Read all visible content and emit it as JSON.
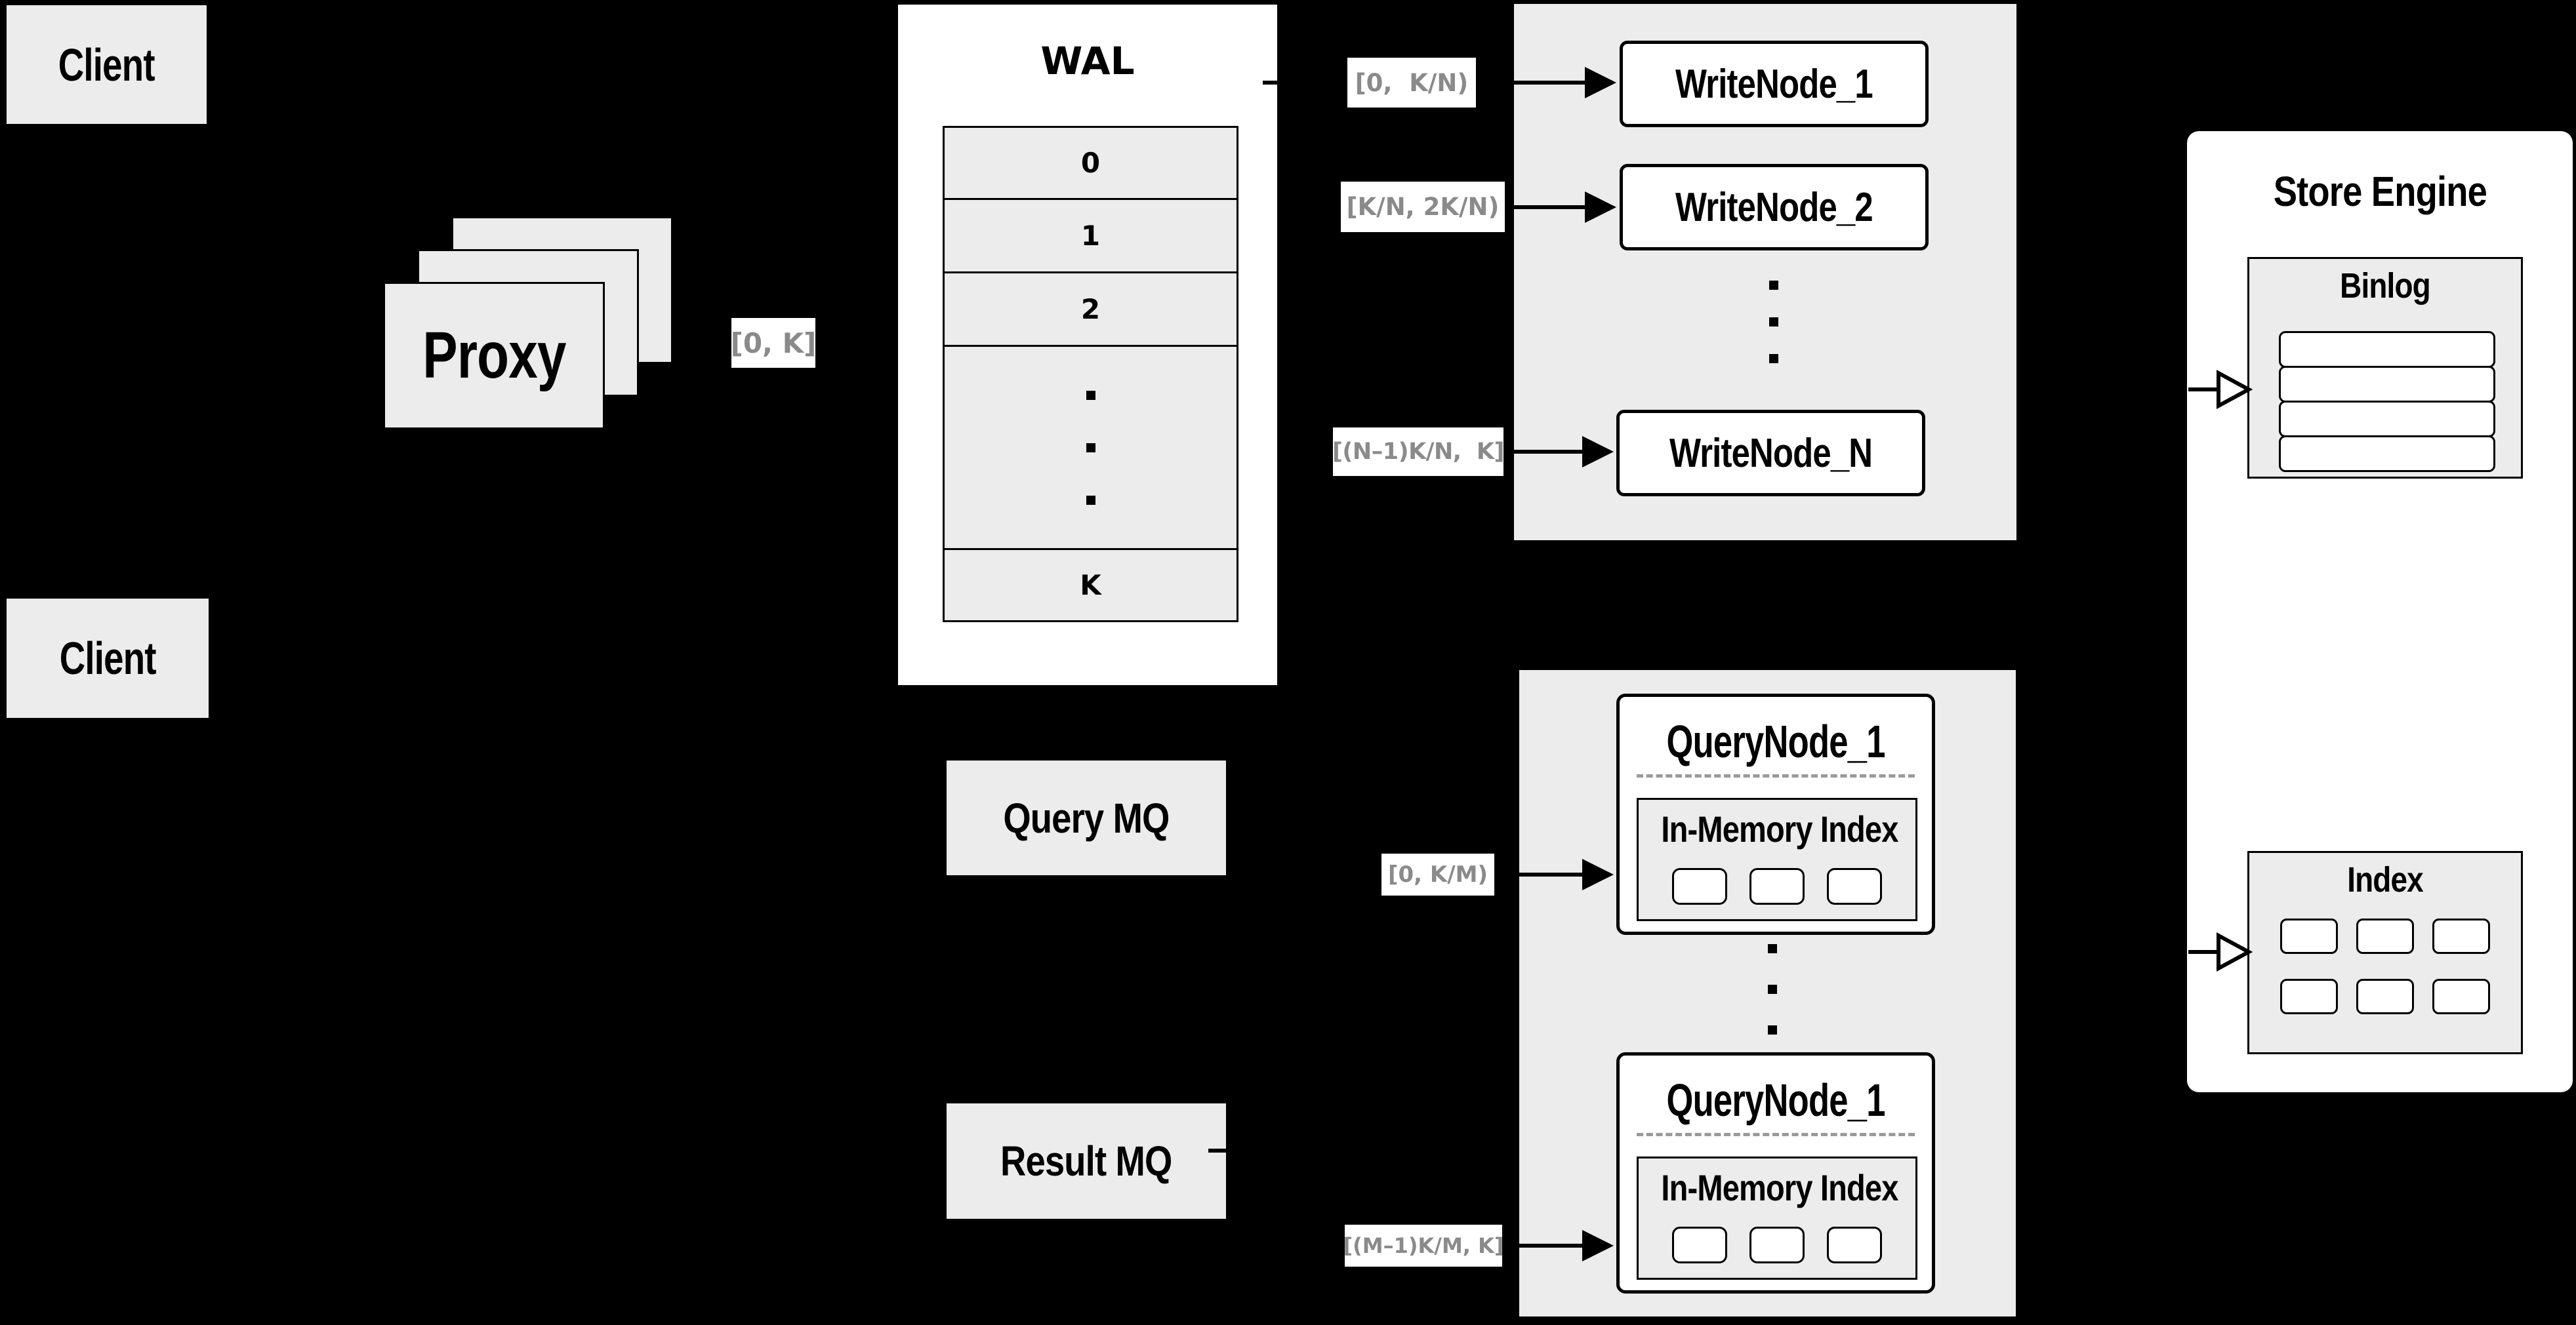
{
  "colors": {
    "background": "#000000",
    "panel_fill": "#ececec",
    "box_fill": "#ffffff",
    "line": "#000000",
    "chip_text": "#8a8a8a",
    "dash": "#9a9a9a"
  },
  "clients": {
    "top": "Client",
    "bottom": "Client"
  },
  "proxy": {
    "label": "Proxy"
  },
  "wal": {
    "title": "WAL",
    "rows": [
      "0",
      "1",
      "2"
    ],
    "last_row": "K"
  },
  "chips": {
    "proxy_to_wal": "[0, K]",
    "write_ranges": [
      "[0,  K/N)",
      "[K/N, 2K/N)",
      "[(N–1)K/N,  K]"
    ],
    "query_ranges": [
      "[0, K/M)",
      "[(M–1)K/M, K]"
    ]
  },
  "write_nodes": {
    "items": [
      "WriteNode_1",
      "WriteNode_2",
      "WriteNode_N"
    ]
  },
  "store_engine": {
    "title": "Store Engine",
    "binlog": "Binlog",
    "index": "Index"
  },
  "mq": {
    "query": "Query MQ",
    "result": "Result MQ"
  },
  "query_nodes": {
    "top": {
      "title": "QueryNode_1",
      "subtitle": "In-Memory Index"
    },
    "bottom": {
      "title": "QueryNode_1",
      "subtitle": "In-Memory Index"
    }
  }
}
